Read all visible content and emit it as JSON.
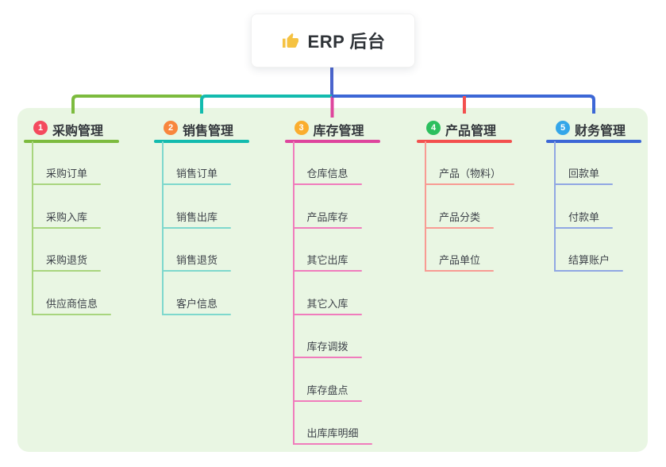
{
  "canvas": {
    "background": "#ffffff",
    "panel_background": "#e9f6e3"
  },
  "root": {
    "icon": "thumbs-up-icon",
    "icon_color": "#f5c242",
    "label": "ERP 后台",
    "trunk_color": "#4a64cd"
  },
  "branches": [
    {
      "badge": "1",
      "badge_color": "#f44a5e",
      "title": "采购管理",
      "line_color": "#7cbb3e",
      "child_line_color": "#a8d57e",
      "children": [
        "采购订单",
        "采购入库",
        "采购退货",
        "供应商信息"
      ]
    },
    {
      "badge": "2",
      "badge_color": "#f8863d",
      "title": "销售管理",
      "line_color": "#12bbae",
      "child_line_color": "#7ed8cd",
      "children": [
        "销售订单",
        "销售出库",
        "销售退货",
        "客户信息"
      ]
    },
    {
      "badge": "3",
      "badge_color": "#faad2e",
      "title": "库存管理",
      "line_color": "#de459d",
      "child_line_color": "#f07cbc",
      "children": [
        "仓库信息",
        "产品库存",
        "其它出库",
        "其它入库",
        "库存调拨",
        "库存盘点",
        "出库库明细"
      ]
    },
    {
      "badge": "4",
      "badge_color": "#2cbf5e",
      "title": "产品管理",
      "line_color": "#f3504e",
      "child_line_color": "#f89b93",
      "children": [
        "产品（物料）",
        "产品分类",
        "产品单位"
      ]
    },
    {
      "badge": "5",
      "badge_color": "#34a6e9",
      "title": "财务管理",
      "line_color": "#3c67d6",
      "child_line_color": "#90a7e3",
      "children": [
        "回款单",
        "付款单",
        "结算账户"
      ]
    }
  ]
}
